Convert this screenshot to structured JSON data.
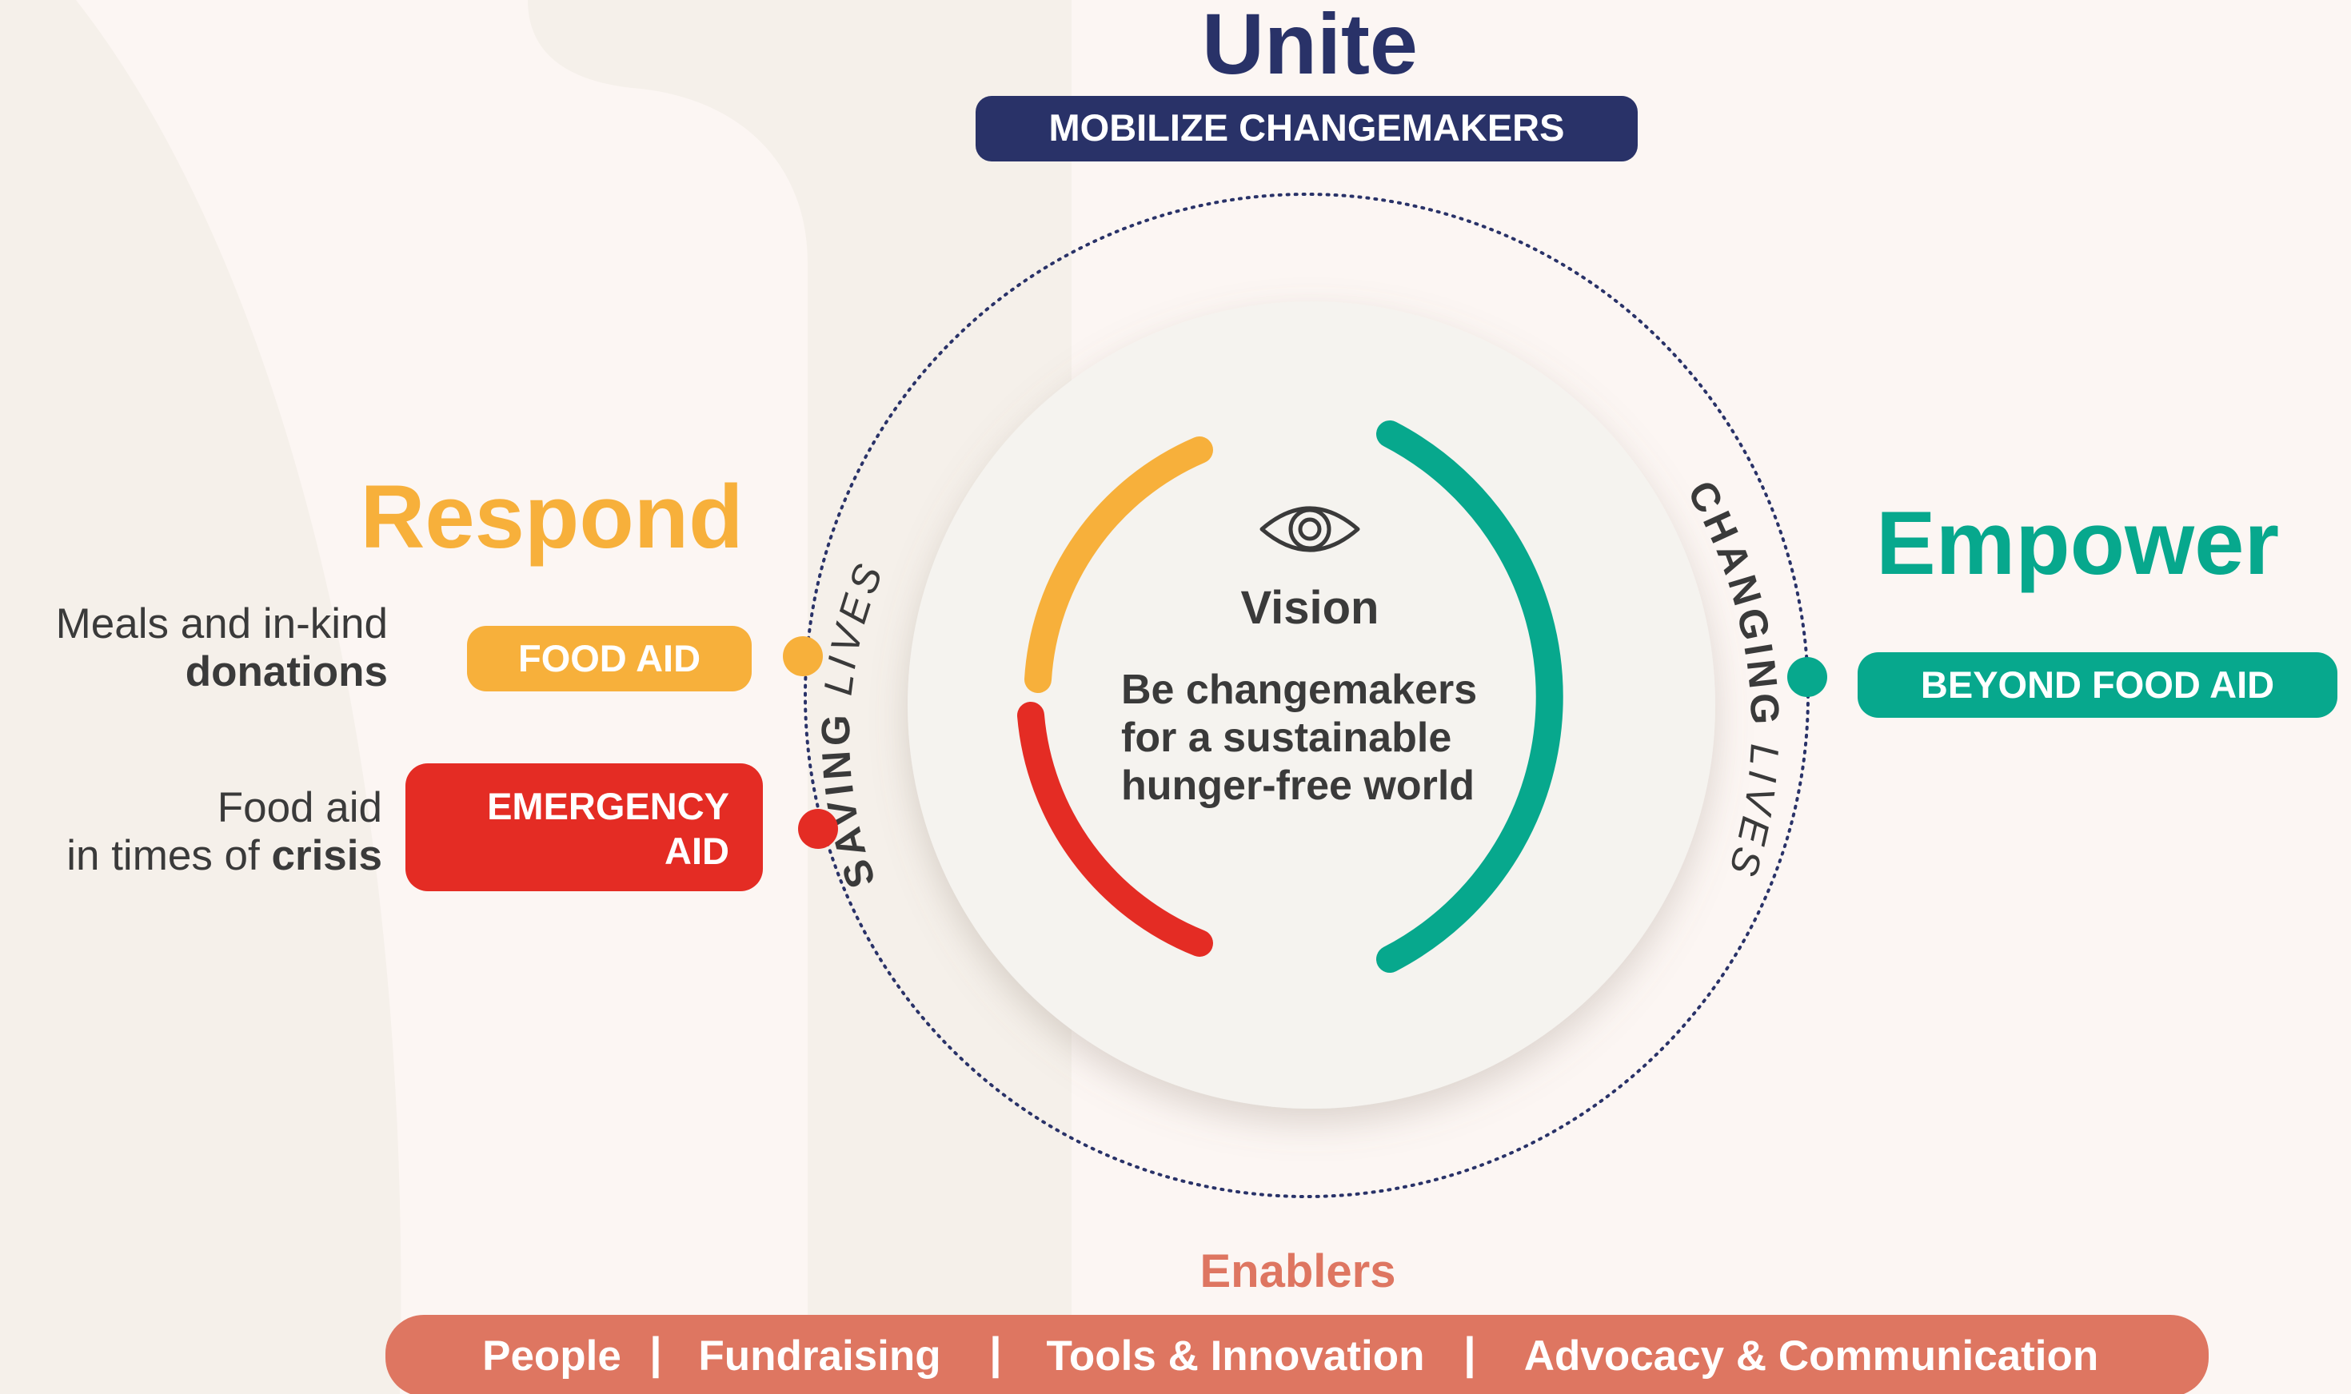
{
  "header": {
    "title": "Unite",
    "badge": "MOBILIZE CHANGEMAKERS"
  },
  "vision": {
    "icon": "eye-icon",
    "title": "Vision",
    "line1": "Be changemakers",
    "line2": "for a sustainable",
    "line3": "hunger-free world"
  },
  "arc_labels": {
    "saving_bold": "SAVING",
    "saving_light": "LIVES",
    "changing_bold": "CHANGING",
    "changing_light": "LIVES"
  },
  "respond": {
    "title": "Respond",
    "food_aid": {
      "desc_line1": "Meals and in-kind",
      "desc_line2": "donations",
      "badge": "FOOD AID"
    },
    "emergency": {
      "desc_line1": "Food aid",
      "desc_line2_prefix": "in times of ",
      "desc_line2_bold": "crisis",
      "badge_line1": "EMERGENCY",
      "badge_line2": "AID"
    }
  },
  "empower": {
    "title": "Empower",
    "badge": "BEYOND FOOD AID"
  },
  "enablers": {
    "title": "Enablers",
    "items": [
      "People",
      "Fundraising",
      "Tools & Innovation",
      "Advocacy & Communication"
    ],
    "separator": "|"
  },
  "colors": {
    "navy": "#293268",
    "orange": "#f7b03b",
    "red": "#e42c24",
    "teal": "#07a88d",
    "coral": "#de7661",
    "text_dark": "#3a3a3a",
    "background": "#fcf6f3",
    "circle": "#f5f3ef"
  }
}
